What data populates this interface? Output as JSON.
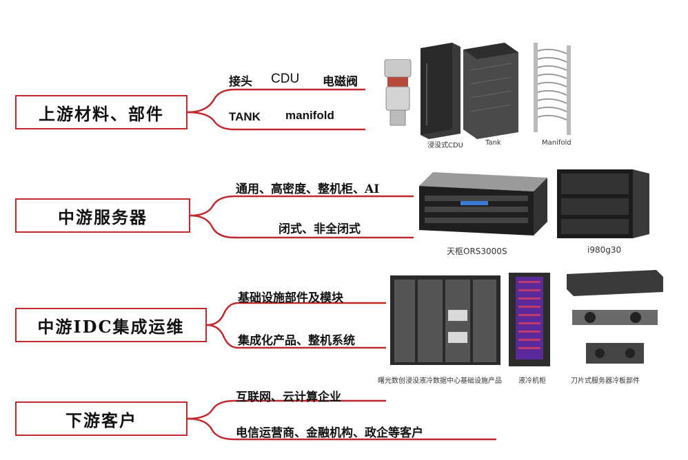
{
  "sections": [
    {
      "title": "上游材料、部件",
      "items": [
        "接头",
        "CDU",
        "电磁阀",
        "TANK",
        "manifold"
      ]
    },
    {
      "title": "中游服务器",
      "items": [
        "通用、高密度、整机柜、AI",
        "闭式、非全闭式"
      ]
    },
    {
      "title": "中游IDC集成运维",
      "items": [
        "基础设施部件及模块",
        "集成化产品、整机系统"
      ]
    },
    {
      "title": "下游客户",
      "items": [
        "互联网、云计算企业",
        "电信运营商、金融机构、政企等客户"
      ]
    }
  ],
  "captions": {
    "cdu": "浸没式CDU",
    "tank": "Tank",
    "manifold": "Manifold",
    "server1": "天枢ORS3000S",
    "server2": "i980g30",
    "idc": "曙光数创浸没液冷数据中心基础设施产品",
    "rack": "液冷机柜",
    "blade": "刀片式服务器冷板部件"
  },
  "colors": {
    "accent": "#c0282d"
  }
}
